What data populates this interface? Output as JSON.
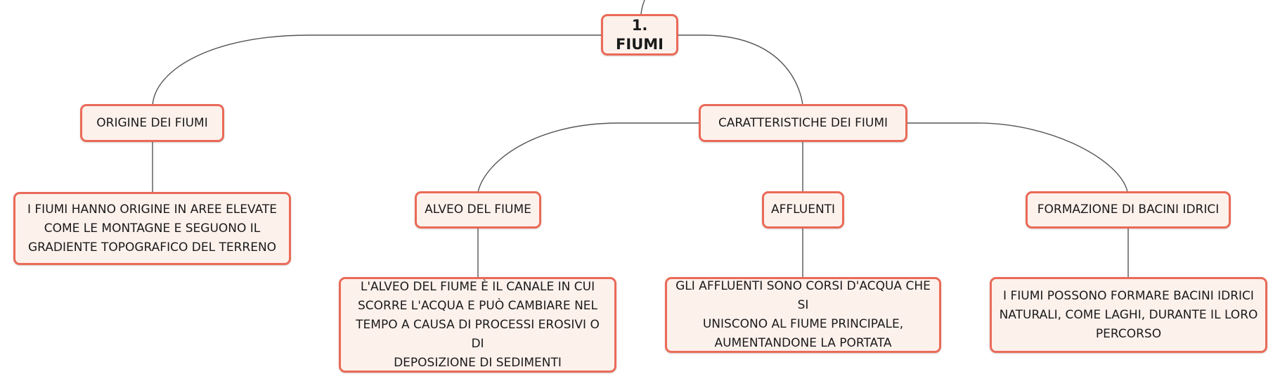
{
  "map": {
    "root": "1. FIUMI",
    "origine": {
      "label": "ORIGINE DEI FIUMI",
      "detail": "I FIUMI HANNO ORIGINE IN AREE ELEVATE\nCOME LE MONTAGNE E SEGUONO IL\nGRADIENTE TOPOGRAFICO DEL TERRENO"
    },
    "caratteristiche": {
      "label": "CARATTERISTICHE DEI FIUMI",
      "alveo": {
        "label": "ALVEO DEL FIUME",
        "detail": "L'ALVEO DEL FIUME È IL CANALE IN CUI\nSCORRE L'ACQUA E PUÒ CAMBIARE NEL\nTEMPO A CAUSA DI PROCESSI EROSIVI O DI\nDEPOSIZIONE DI SEDIMENTI"
      },
      "affluenti": {
        "label": "AFFLUENTI",
        "detail": "GLI AFFLUENTI SONO CORSI D'ACQUA CHE SI\nUNISCONO AL FIUME PRINCIPALE,\nAUMENTANDONE LA PORTATA"
      },
      "bacini": {
        "label": "FORMAZIONE DI BACINI IDRICI",
        "detail": "I FIUMI POSSONO FORMARE BACINI IDRICI\nNATURALI, COME LAGHI, DURANTE IL LORO\nPERCORSO"
      }
    }
  },
  "colors": {
    "node_border": "#ea6a57",
    "node_fill": "#fdf1ec",
    "connector": "#555555"
  }
}
